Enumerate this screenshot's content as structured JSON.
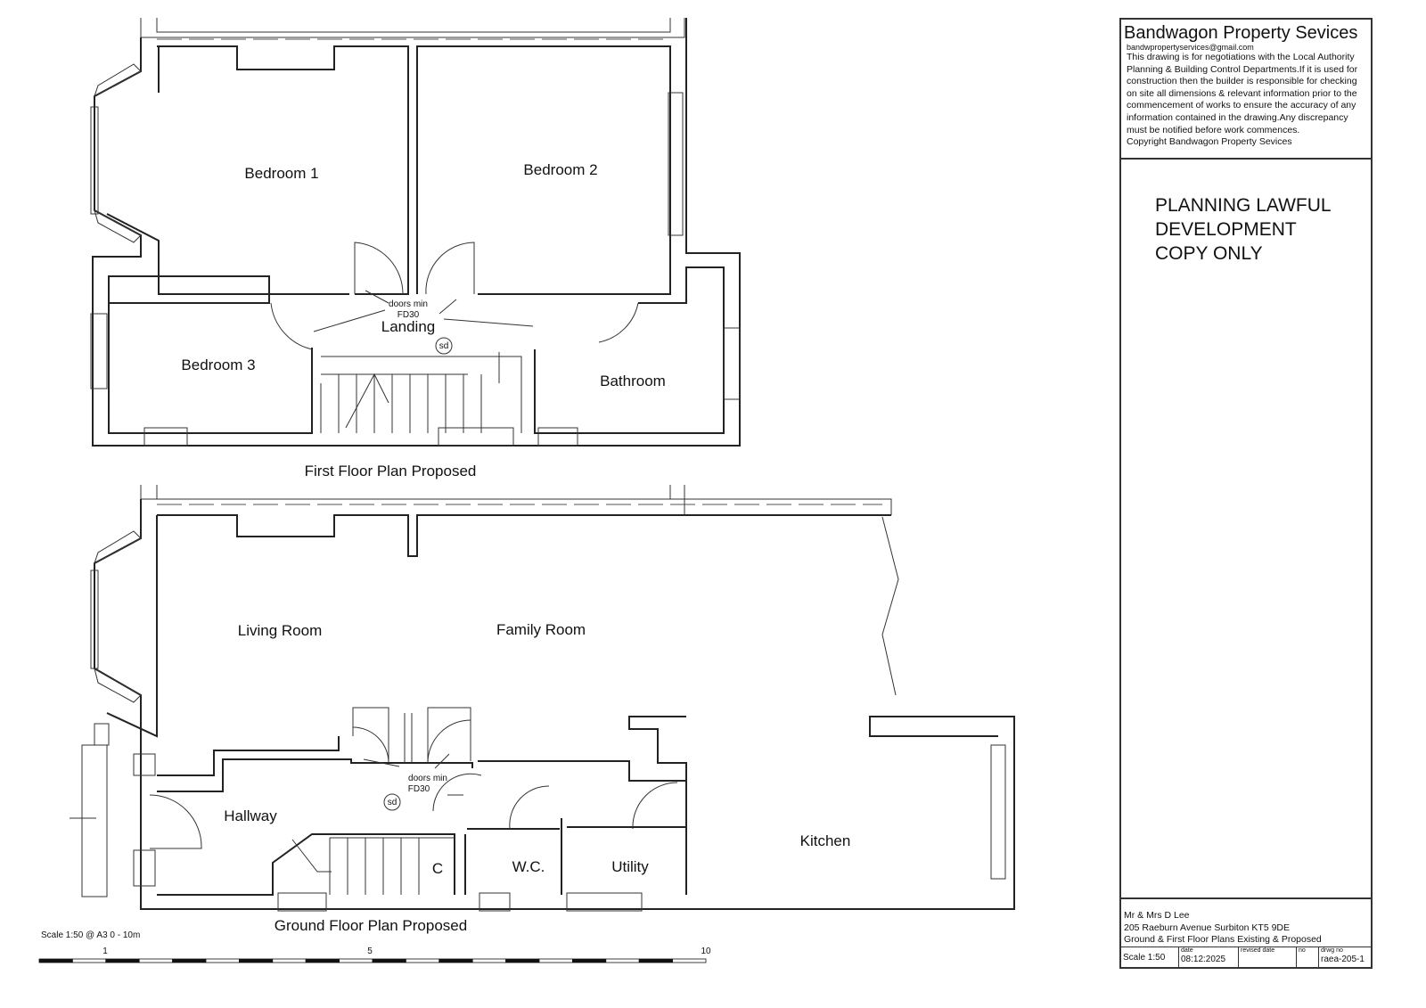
{
  "first_floor": {
    "title": "First Floor Plan Proposed",
    "rooms": {
      "bedroom1": "Bedroom 1",
      "bedroom2": "Bedroom 2",
      "bedroom3": "Bedroom 3",
      "landing": "Landing",
      "bathroom": "Bathroom"
    },
    "door_note_1": "doors min",
    "door_note_2": "FD30",
    "smoke": "sd"
  },
  "ground_floor": {
    "title": "Ground Floor Plan Proposed",
    "rooms": {
      "living": "Living Room",
      "family": "Family Room",
      "hallway": "Hallway",
      "kitchen": "Kitchen",
      "wc": "W.C.",
      "utility": "Utility",
      "cupboard": "C"
    },
    "door_note_1": "doors min",
    "door_note_2": "FD30",
    "smoke": "sd"
  },
  "scale_bar": {
    "caption": "Scale 1:50 @ A3 0 - 10m",
    "ticks": [
      "1",
      "5",
      "10"
    ]
  },
  "title_block": {
    "company": "Bandwagon Property Sevices",
    "email": "bandwpropertyservices@gmail.com",
    "note_lines": [
      "This drawing is for negotiations with the Local Authority",
      "Planning & Building Control Departments.If it is used for",
      "construction then the builder is responsible for checking",
      "on site all dimensions & relevant information prior to the",
      "commencement of works to ensure the accuracy of any",
      "information contained  in the drawing.Any discrepancy",
      "must be notified before work commences.",
      "Copyright Bandwagon Property Sevices"
    ],
    "stamp_lines": [
      "PLANNING LAWFUL",
      "DEVELOPMENT",
      "COPY ONLY"
    ],
    "client": "Mr & Mrs D Lee",
    "address": "205 Raeburn Avenue Surbiton KT5 9DE",
    "description": "Ground & First Floor Plans Existing & Proposed",
    "scale": "Scale 1:50",
    "date_label": "date",
    "date": "08:12:2025",
    "revised_label": "revised date",
    "no_label": "no",
    "drwg_label": "drwg no",
    "drwg_no": "raea-205-1"
  }
}
